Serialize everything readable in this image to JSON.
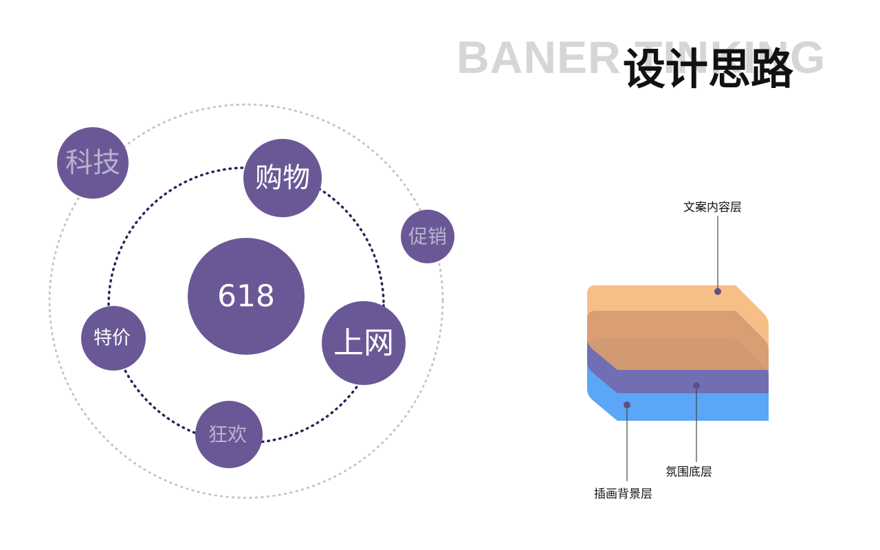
{
  "header": {
    "bg_title": "BANER TINKING",
    "title": "设计思路"
  },
  "bubbles": {
    "center": "618",
    "shopping": "购物",
    "tech": "科技",
    "promotion": "促销",
    "sale": "特价",
    "online": "上网",
    "carnival": "狂欢"
  },
  "layers": {
    "content": "文案内容层",
    "atmosphere": "氛围底层",
    "illustration": "插画背景层"
  },
  "colors": {
    "bubble": "#6a5896",
    "bubble_text_light": "#ffffff",
    "bubble_text_muted": "#b9b2cf",
    "inner_ring": "#2c2257",
    "outer_ring": "#c6c4d0",
    "layer_orange": "#f3b16b",
    "layer_purple": "#8a77b8",
    "layer_blue": "#4d9ef5"
  }
}
